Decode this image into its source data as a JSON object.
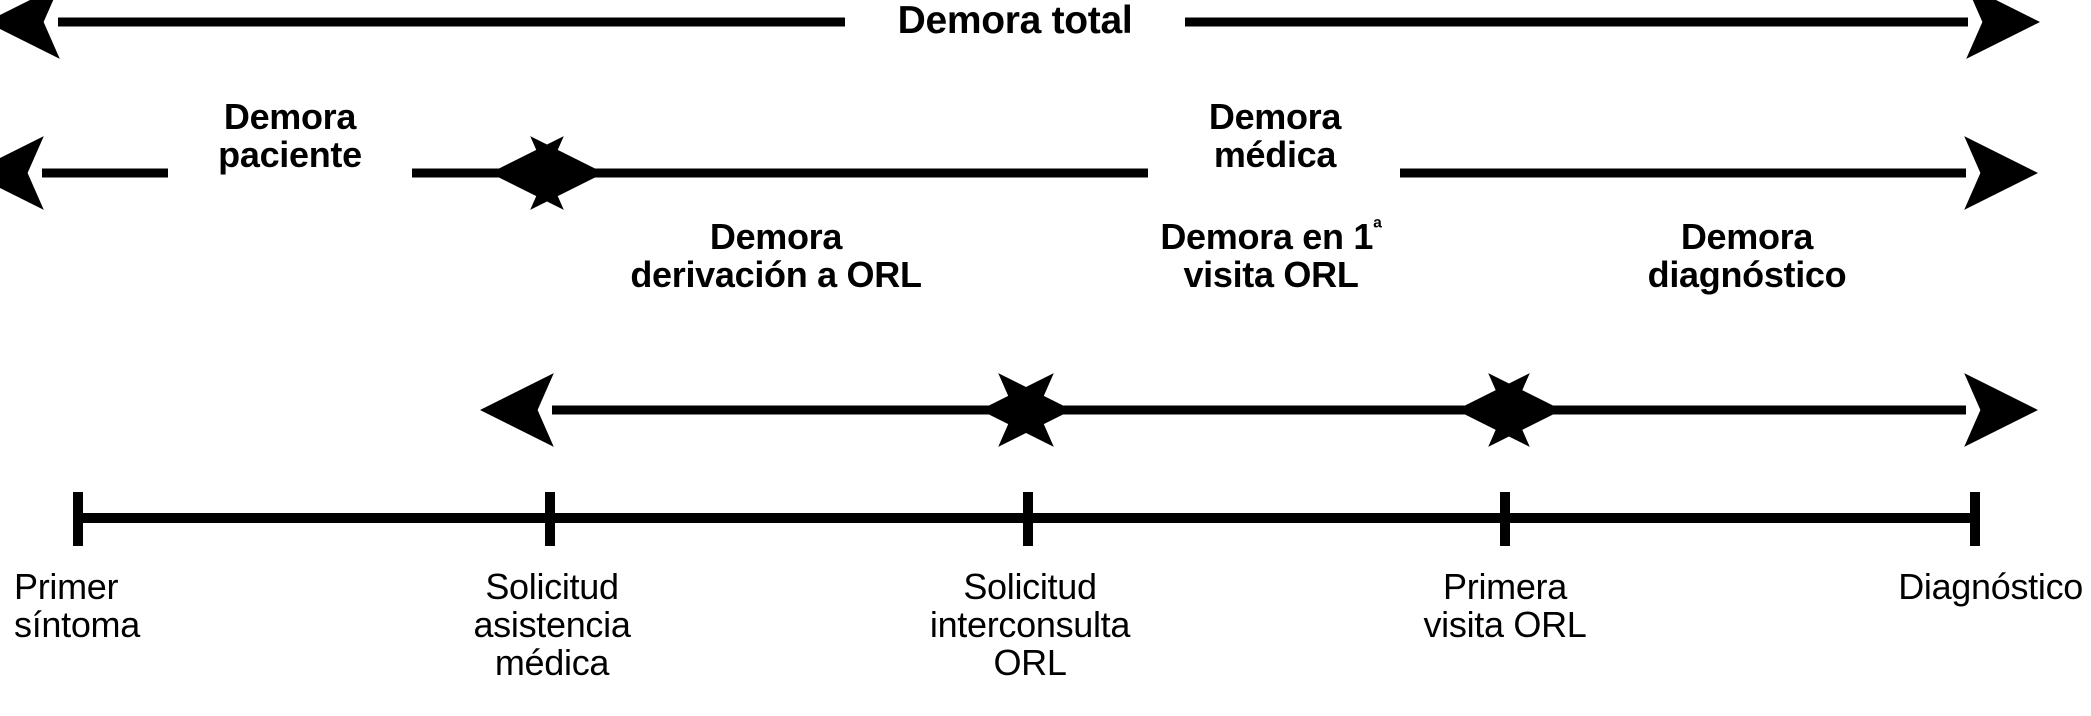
{
  "diagram": {
    "title_total": "Demora total",
    "bands": [
      {
        "id": "demora-total",
        "label": "Demora total",
        "from": "Primer síntoma",
        "to": "Diagnóstico"
      },
      {
        "id": "demora-paciente",
        "label": "Demora\npaciente",
        "from": "Primer síntoma",
        "to": "Solicitud asistencia médica"
      },
      {
        "id": "demora-medica",
        "label": "Demora\nmédica",
        "from": "Solicitud asistencia médica",
        "to": "Diagnóstico"
      },
      {
        "id": "demora-derivacion-orl",
        "label": "Demora\nderivación a ORL",
        "from": "Solicitud asistencia médica",
        "to": "Solicitud interconsulta ORL"
      },
      {
        "id": "demora-primera-visita-orl",
        "label_line1": "Demora en 1",
        "label_sup": "ª",
        "label_line2": "visita ORL",
        "from": "Solicitud interconsulta ORL",
        "to": "Primera visita ORL"
      },
      {
        "id": "demora-diagnostico",
        "label": "Demora\ndiagnóstico",
        "from": "Primera visita ORL",
        "to": "Diagnóstico"
      }
    ],
    "milestones": [
      {
        "id": "primer-sintoma",
        "label": "Primer\nsíntoma"
      },
      {
        "id": "solicitud-asistencia-medica",
        "label": "Solicitud\nasistencia\nmédica"
      },
      {
        "id": "solicitud-interconsulta-orl",
        "label": "Solicitud\ninterconsulta\nORL"
      },
      {
        "id": "primera-visita-orl",
        "label": "Primera\nvisita ORL"
      },
      {
        "id": "diagnostico",
        "label": "Diagnóstico"
      }
    ],
    "colors": {
      "ink": "#000000",
      "background": "#ffffff"
    }
  }
}
